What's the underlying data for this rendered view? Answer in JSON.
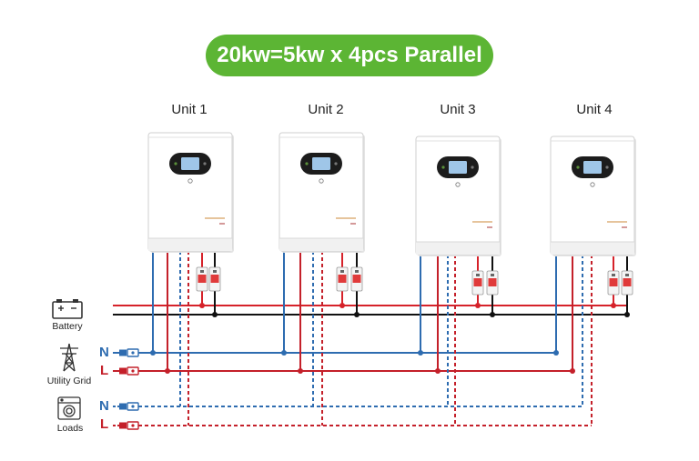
{
  "title": "20kw=5kw x 4pcs Parallel",
  "units": [
    {
      "label": "Unit 1"
    },
    {
      "label": "Unit 2"
    },
    {
      "label": "Unit 3"
    },
    {
      "label": "Unit 4"
    }
  ],
  "sources": {
    "battery": "Battery",
    "utility_grid": "Utility Grid",
    "loads": "Loads"
  },
  "phase_labels": {
    "neutral": "N",
    "live": "L"
  },
  "colors": {
    "title_bg": "#5cb534",
    "positive_wire": "#d6222a",
    "negative_wire": "#111111",
    "neutral_wire": "#2e6cb0",
    "live_wire": "#c4202a",
    "breaker": "#e03a3a"
  }
}
